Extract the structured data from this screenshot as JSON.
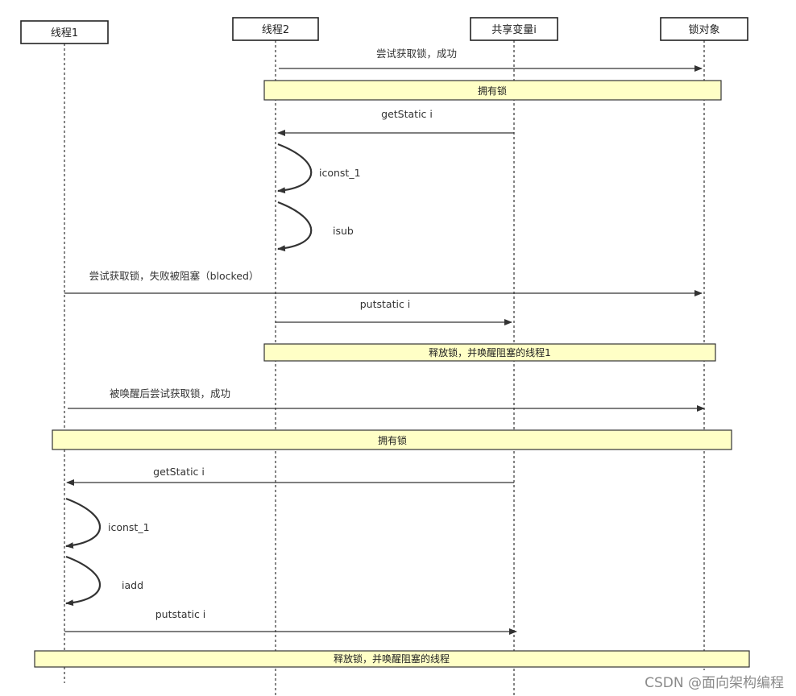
{
  "participants": [
    {
      "id": "t1",
      "label": "线程1"
    },
    {
      "id": "t2",
      "label": "线程2"
    },
    {
      "id": "var",
      "label": "共享变量i"
    },
    {
      "id": "lock",
      "label": "锁对象"
    }
  ],
  "messages": [
    {
      "from": "t2",
      "to": "lock",
      "label": "尝试获取锁，成功"
    },
    {
      "from": "var",
      "to": "t2",
      "label": "getStatic i"
    },
    {
      "self": "t2",
      "label": "iconst_1"
    },
    {
      "self": "t2",
      "label": "isub"
    },
    {
      "from": "t1",
      "to": "lock",
      "label": "尝试获取锁，失败被阻塞（blocked）"
    },
    {
      "from": "t2",
      "to": "var",
      "label": "putstatic i"
    },
    {
      "from": "t1",
      "to": "lock",
      "label": "被唤醒后尝试获取锁，成功"
    },
    {
      "from": "var",
      "to": "t1",
      "label": "getStatic i"
    },
    {
      "self": "t1",
      "label": "iconst_1"
    },
    {
      "self": "t1",
      "label": "iadd"
    },
    {
      "from": "t1",
      "to": "var",
      "label": "putstatic i"
    }
  ],
  "notes": [
    {
      "label": "拥有锁"
    },
    {
      "label": "释放锁，并唤醒阻塞的线程1"
    },
    {
      "label": "拥有锁"
    },
    {
      "label": "释放锁，并唤醒阻塞的线程"
    }
  ],
  "watermark": "CSDN @面向架构编程"
}
